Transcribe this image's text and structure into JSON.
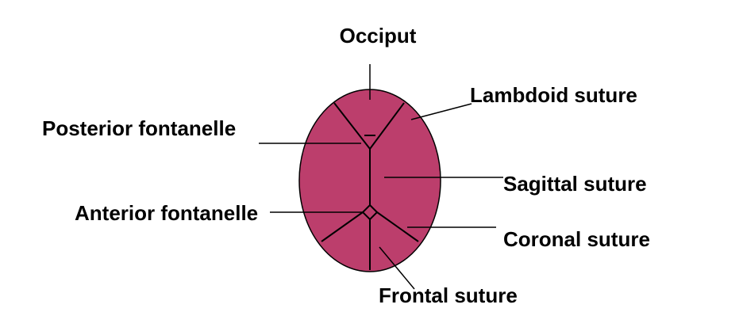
{
  "colors": {
    "skull_fill": "#bc3e6c",
    "line": "#000000",
    "background": "#ffffff"
  },
  "labels": {
    "occiput": "Occiput",
    "lambdoid_suture": "Lambdoid suture",
    "posterior_fontanelle": "Posterior fontanelle",
    "sagittal_suture": "Sagittal suture",
    "anterior_fontanelle": "Anterior fontanelle",
    "coronal_suture": "Coronal suture",
    "frontal_suture": "Frontal suture"
  }
}
